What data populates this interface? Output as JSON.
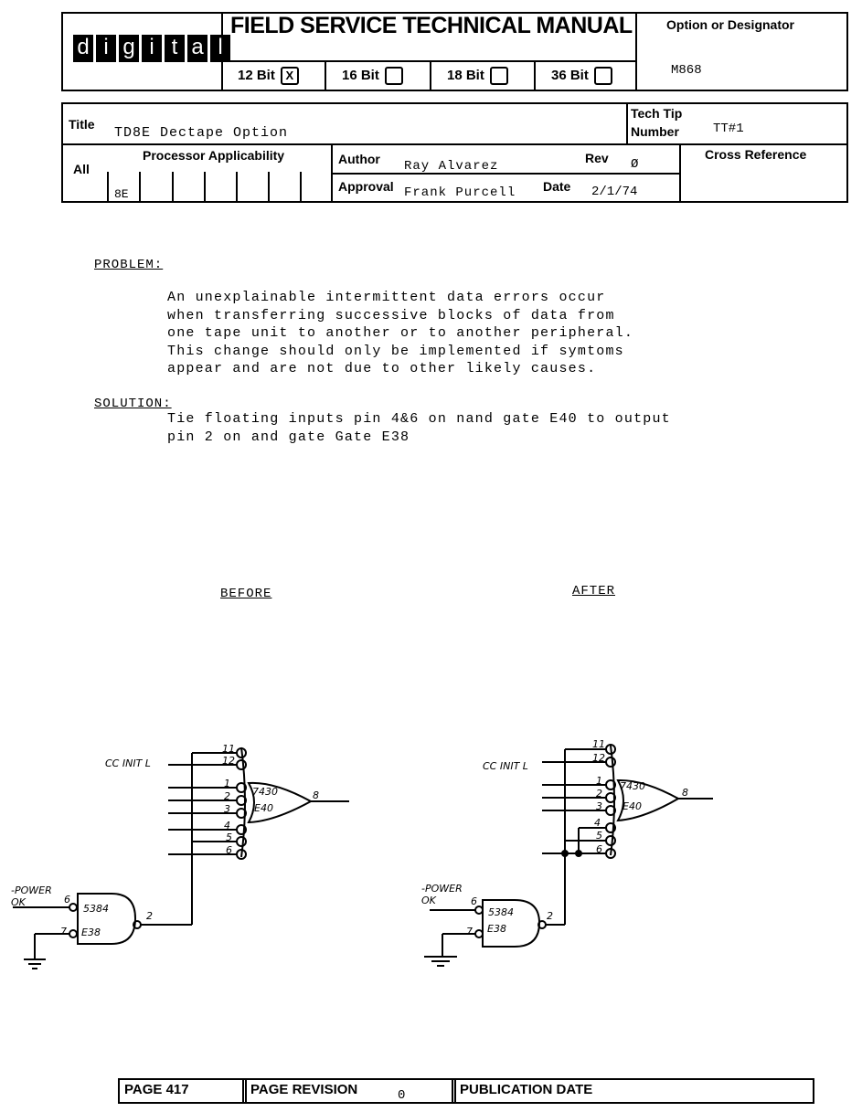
{
  "header": {
    "logo_letters": [
      "d",
      "i",
      "g",
      "i",
      "t",
      "a",
      "l"
    ],
    "manual_title": "FIELD SERVICE TECHNICAL MANUAL",
    "bit_options": [
      {
        "label": "12 Bit",
        "mark": "X"
      },
      {
        "label": "16 Bit",
        "mark": ""
      },
      {
        "label": "18 Bit",
        "mark": ""
      },
      {
        "label": "36 Bit",
        "mark": ""
      }
    ],
    "designator_label": "Option or Designator",
    "designator_value": "M868"
  },
  "info": {
    "title_label": "Title",
    "title_value": "TD8E Dectape Option",
    "tech_tip_label_1": "Tech Tip",
    "tech_tip_label_2": "Number",
    "tech_tip_value": "TT#1",
    "all_label": "All",
    "processor_label": "Processor Applicability",
    "processor_value": "8E",
    "author_label": "Author",
    "author_value": "Ray Alvarez",
    "rev_label": "Rev",
    "rev_value": "Ø",
    "cross_ref_label": "Cross Reference",
    "approval_label": "Approval",
    "approval_value": "Frank Purcell",
    "date_label": "Date",
    "date_value": "2/1/74"
  },
  "problem": {
    "heading": "PROBLEM:",
    "text": "An unexplainable intermittent data errors occur\nwhen transferring successive blocks of data from\none tape unit to another or to another peripheral.\nThis change should only be implemented if symtoms\nappear and are not due to other likely causes."
  },
  "solution": {
    "heading": "SOLUTION:",
    "text": "Tie floating inputs pin 4&6 on nand gate E40 to output\npin 2 on and gate Gate E38"
  },
  "diagrams": {
    "before_label": "BEFORE",
    "after_label": "AFTER",
    "signal_init": "CC INIT L",
    "signal_power": "-POWER OK",
    "nand_chip": "7430",
    "nand_ref": "E40",
    "nand_out_pin": "8",
    "and_chip": "5384",
    "and_ref": "E38",
    "and_out_pin": "2",
    "and_in_pin_a": "6",
    "and_in_pin_b": "7",
    "nand_pins": [
      "11",
      "12",
      "1",
      "2",
      "3",
      "4",
      "5",
      "6"
    ]
  },
  "footer": {
    "page": "PAGE 417",
    "revision_label": "PAGE REVISION",
    "revision_value": "0",
    "pub_date_label": "PUBLICATION DATE"
  }
}
